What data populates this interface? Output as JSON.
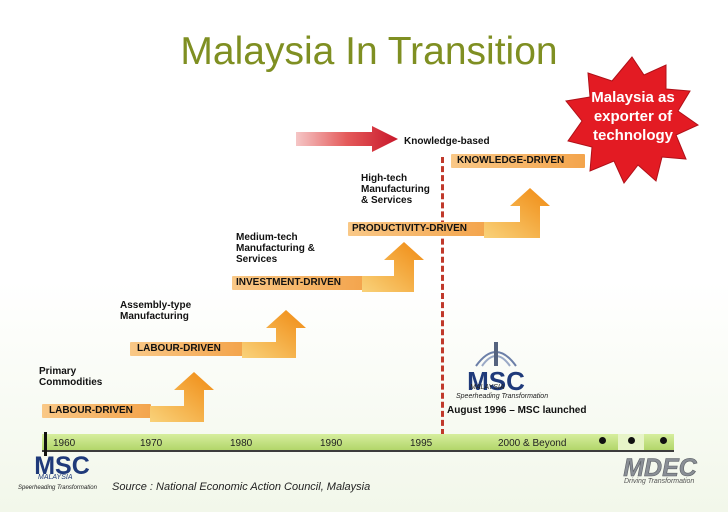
{
  "title": "Malaysia In Transition",
  "callout": "Malaysia as\nexporter of\ntechnology",
  "knowledge_based_label": "Knowledge-based",
  "stages": [
    {
      "label": "Primary\nCommodities",
      "band": "LABOUR-DRIVEN"
    },
    {
      "label": "Assembly-type\nManufacturing",
      "band": "LABOUR-DRIVEN"
    },
    {
      "label": "Medium-tech\nManufacturing &\nServices",
      "band": "INVESTMENT-DRIVEN"
    },
    {
      "label": "High-tech\nManufacturing\n& Services",
      "band": "PRODUCTIVITY-DRIVEN"
    },
    {
      "label": "",
      "band": "KNOWLEDGE-DRIVEN"
    }
  ],
  "timeline": {
    "years": [
      "1960",
      "1970",
      "1980",
      "1990",
      "1995",
      "2000 & Beyond"
    ]
  },
  "msc_event": "August 1996 – MSC launched",
  "msc_logo": {
    "name": "MSC",
    "country": "MALAYSIA",
    "tagline": "Speerheading Transformation"
  },
  "mdec_logo": {
    "name": "MDEC",
    "tagline": "Driving Transformation"
  },
  "source": "Source : National Economic Action Council, Malaysia",
  "colors": {
    "title": "#7f8f22",
    "band": "#f7b766",
    "arrow_orange": "#f39a1c",
    "arrow_red": "#c8172a",
    "star": "#e31b23",
    "divider": "#c0392b",
    "timeline": "#b2d66a"
  }
}
